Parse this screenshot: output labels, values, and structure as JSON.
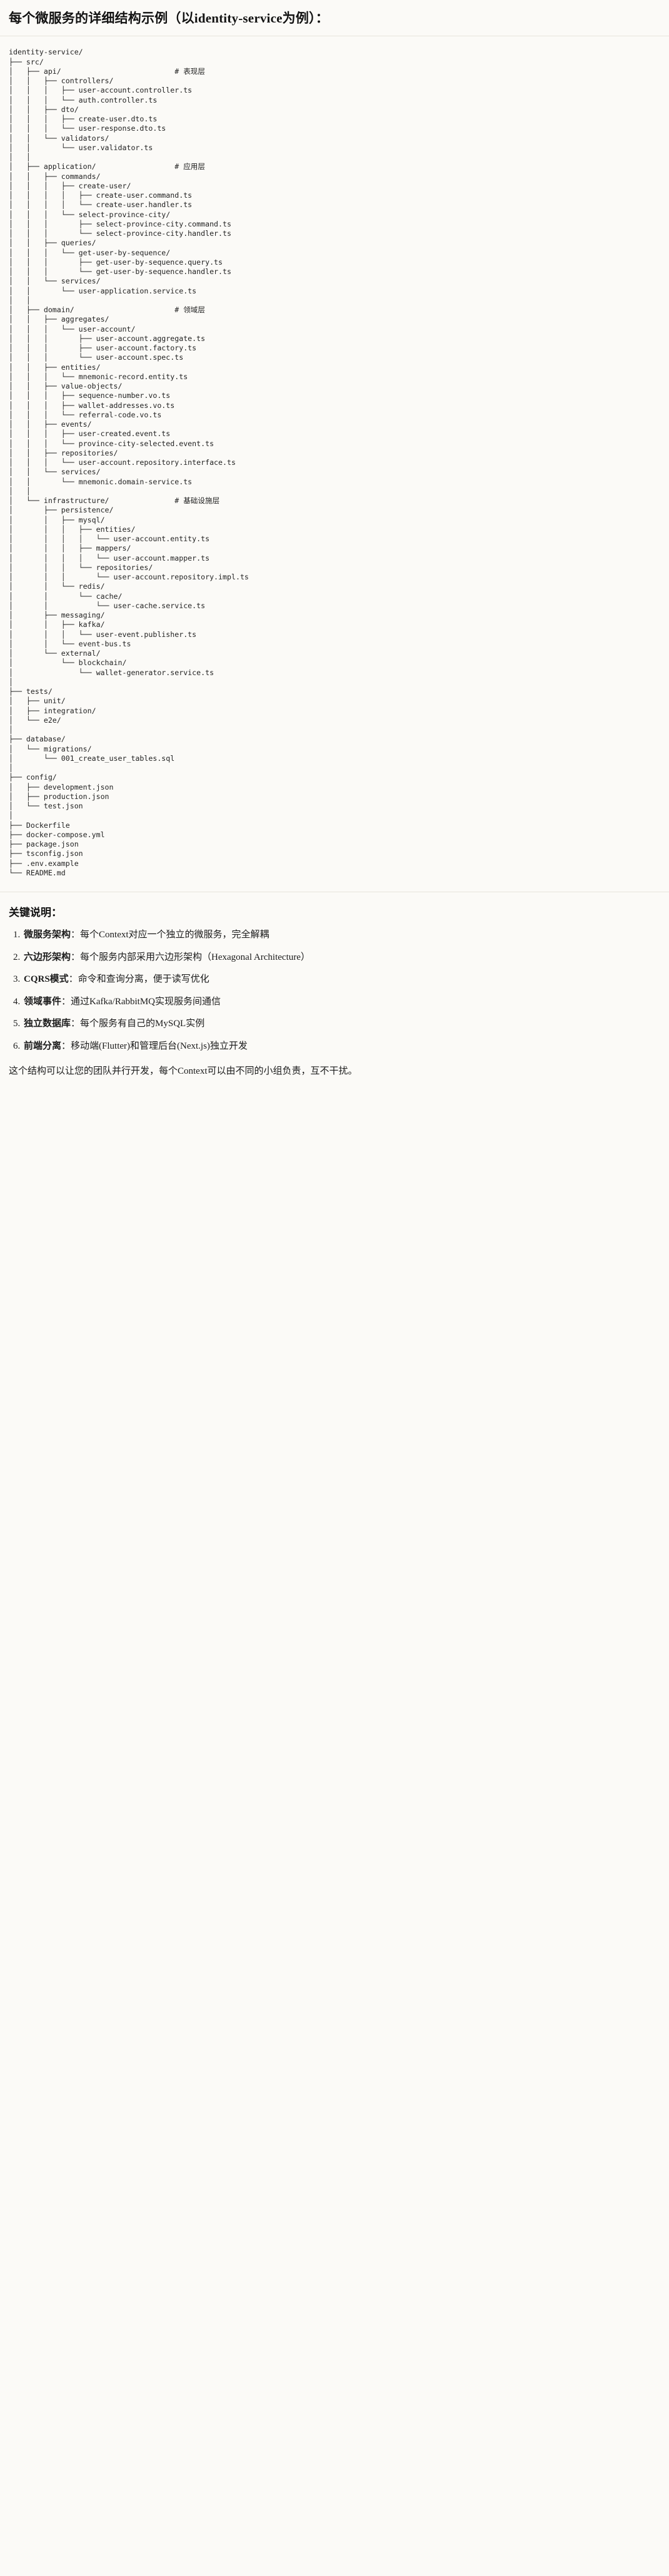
{
  "document": {
    "title": "每个微服务的详细结构示例（以identity-service为例）：",
    "tree_root": "identity-service/",
    "tree_text": "identity-service/\n├── src/\n│   ├── api/                          # 表现层\n│   │   ├── controllers/\n│   │   │   ├── user-account.controller.ts\n│   │   │   └── auth.controller.ts\n│   │   ├── dto/\n│   │   │   ├── create-user.dto.ts\n│   │   │   └── user-response.dto.ts\n│   │   └── validators/\n│   │       └── user.validator.ts\n│   │\n│   ├── application/                  # 应用层\n│   │   ├── commands/\n│   │   │   ├── create-user/\n│   │   │   │   ├── create-user.command.ts\n│   │   │   │   └── create-user.handler.ts\n│   │   │   └── select-province-city/\n│   │   │       ├── select-province-city.command.ts\n│   │   │       └── select-province-city.handler.ts\n│   │   ├── queries/\n│   │   │   └── get-user-by-sequence/\n│   │   │       ├── get-user-by-sequence.query.ts\n│   │   │       └── get-user-by-sequence.handler.ts\n│   │   └── services/\n│   │       └── user-application.service.ts\n│   │\n│   ├── domain/                       # 领域层\n│   │   ├── aggregates/\n│   │   │   └── user-account/\n│   │   │       ├── user-account.aggregate.ts\n│   │   │       ├── user-account.factory.ts\n│   │   │       └── user-account.spec.ts\n│   │   ├── entities/\n│   │   │   └── mnemonic-record.entity.ts\n│   │   ├── value-objects/\n│   │   │   ├── sequence-number.vo.ts\n│   │   │   ├── wallet-addresses.vo.ts\n│   │   │   └── referral-code.vo.ts\n│   │   ├── events/\n│   │   │   ├── user-created.event.ts\n│   │   │   └── province-city-selected.event.ts\n│   │   ├── repositories/\n│   │   │   └── user-account.repository.interface.ts\n│   │   └── services/\n│   │       └── mnemonic.domain-service.ts\n│   │\n│   └── infrastructure/               # 基础设施层\n│       ├── persistence/\n│       │   ├── mysql/\n│       │   │   ├── entities/\n│       │   │   │   └── user-account.entity.ts\n│       │   │   ├── mappers/\n│       │   │   │   └── user-account.mapper.ts\n│       │   │   └── repositories/\n│       │   │       └── user-account.repository.impl.ts\n│       │   └── redis/\n│       │       └── cache/\n│       │           └── user-cache.service.ts\n│       ├── messaging/\n│       │   ├── kafka/\n│       │   │   └── user-event.publisher.ts\n│       │   └── event-bus.ts\n│       └── external/\n│           └── blockchain/\n│               └── wallet-generator.service.ts\n│\n├── tests/\n│   ├── unit/\n│   ├── integration/\n│   └── e2e/\n│\n├── database/\n│   └── migrations/\n│       └── 001_create_user_tables.sql\n│\n├── config/\n│   ├── development.json\n│   ├── production.json\n│   └── test.json\n│\n├── Dockerfile\n├── docker-compose.yml\n├── package.json\n├── tsconfig.json\n├── .env.example\n└── README.md",
    "layer_comments": [
      {
        "path": "api/",
        "comment": "# 表现层"
      },
      {
        "path": "application/",
        "comment": "# 应用层"
      },
      {
        "path": "domain/",
        "comment": "# 领域层"
      },
      {
        "path": "infrastructure/",
        "comment": "# 基础设施层"
      }
    ]
  },
  "notes": {
    "heading": "关键说明：",
    "items": [
      {
        "term": "微服务架构",
        "separator": "：",
        "text": "每个Context对应一个独立的微服务，完全解耦"
      },
      {
        "term": "六边形架构",
        "separator": "：",
        "text": "每个服务内部采用六边形架构（Hexagonal Architecture）"
      },
      {
        "term": "CQRS模式",
        "separator": "：",
        "text": "命令和查询分离，便于读写优化"
      },
      {
        "term": "领域事件",
        "separator": "：",
        "text": "通过Kafka/RabbitMQ实现服务间通信"
      },
      {
        "term": "独立数据库",
        "separator": "：",
        "text": "每个服务有自己的MySQL实例"
      },
      {
        "term": "前端分离",
        "separator": "：",
        "text": "移动端(Flutter)和管理后台(Next.js)独立开发"
      }
    ],
    "closing": "这个结构可以让您的团队并行开发，每个Context可以由不同的小组负责，互不干扰。"
  },
  "colors": {
    "background": "#fbfaf7",
    "text": "#1b1b1b",
    "code_text": "#222222",
    "divider": "#e7e4dd"
  }
}
